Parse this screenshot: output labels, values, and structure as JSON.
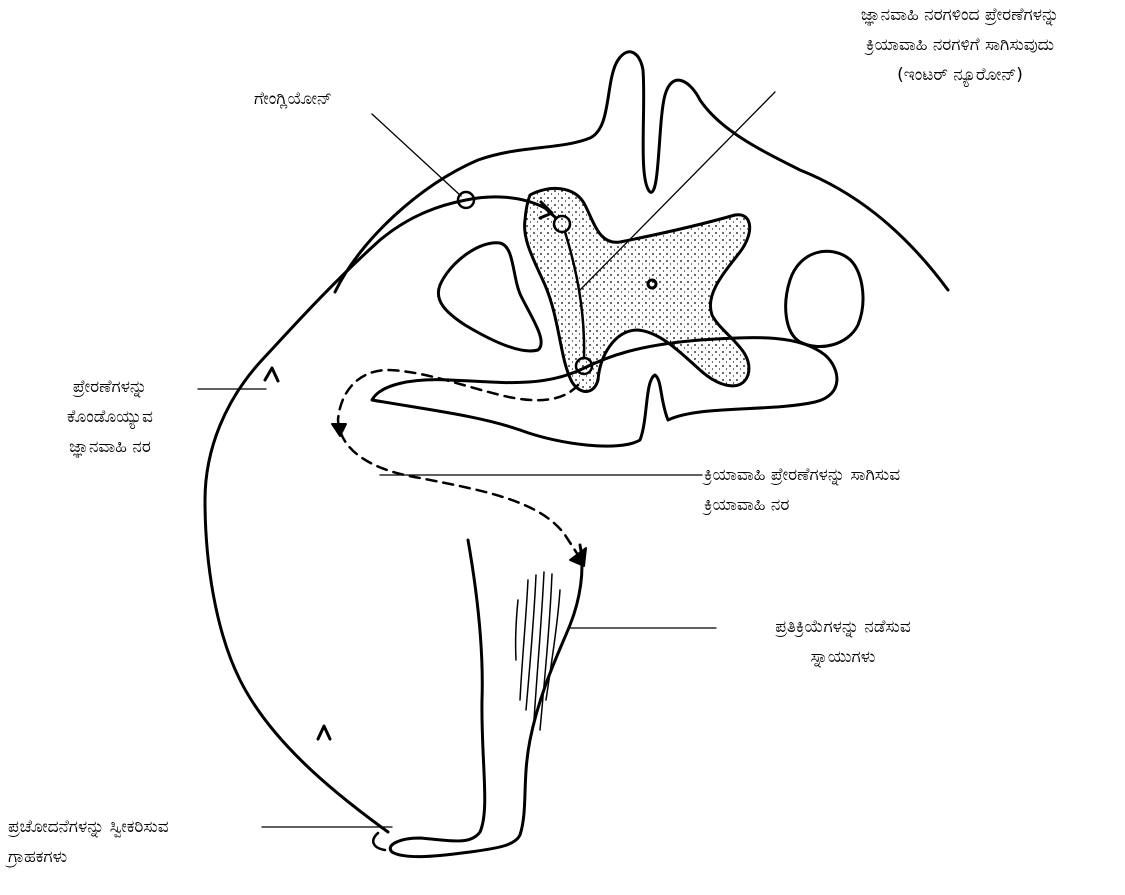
{
  "labels": {
    "ganglion": "ಗೇಂಗ್ಲಿಯೋನ್",
    "interneuron": {
      "line1": "ಜ್ಞಾನವಾಹಿ ನರಗಳಿಂದ ಪ್ರೇರಣೆಗಳನ್ನು",
      "line2": "ಕ್ರಿಯಾವಾಹಿ ನರಗಳಿಗೆ ಸಾಗಿಸುವುದು",
      "line3": "(ಇಂಟರ್ ನ್ಯೂರೋನ್)"
    },
    "sensory_nerve": {
      "line1": "ಪ್ರೇರಣೆಗಳನ್ನು",
      "line2": "ಕೊಂಡೊಯ್ಯುವ",
      "line3": "ಜ್ಞಾನವಾಹಿ ನರ"
    },
    "motor_nerve": {
      "line1": "ಕ್ರಿಯಾವಾಹಿ ಪ್ರೇರಣೆಗಳನ್ನು ಸಾಗಿಸುವ",
      "line2": "ಕ್ರಿಯಾವಾಹಿ ನರ"
    },
    "muscles": {
      "line1": "ಪ್ರತಿಕ್ರಿಯೆಗಳನ್ನು ನಡೆಸುವ",
      "line2": "ಸ್ನಾಯುಗಳು"
    },
    "receptors": {
      "line1": "ಪ್ರಚೋದನೆಗಳನ್ನು ಸ್ವೀಕರಿಸುವ",
      "line2": "ಗ್ರಾಹಕಗಳು"
    }
  }
}
